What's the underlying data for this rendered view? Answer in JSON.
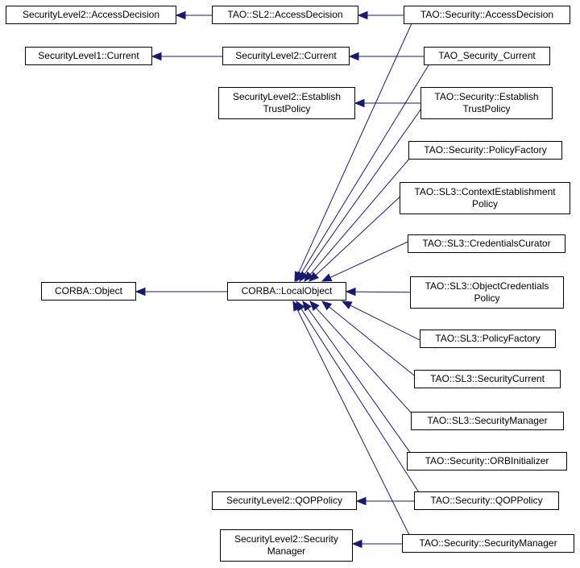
{
  "diagram": {
    "nodes": {
      "sl2_ad": "SecurityLevel2::AccessDecision",
      "tsl2_ad": "TAO::SL2::AccessDecision",
      "ts_ad": "TAO::Security::AccessDecision",
      "sl1_cur": "SecurityLevel1::Current",
      "sl2_cur": "SecurityLevel2::Current",
      "tsc": "TAO_Security_Current",
      "sl2_etp": "SecurityLevel2::Establish\nTrustPolicy",
      "ts_etp": "TAO::Security::Establish\nTrustPolicy",
      "ts_pf": "TAO::Security::PolicyFactory",
      "sl3_cep": "TAO::SL3::ContextEstablishment\nPolicy",
      "sl3_cc": "TAO::SL3::CredentialsCurator",
      "corba_obj": "CORBA::Object",
      "corba_lo": "CORBA::LocalObject",
      "sl3_ocp": "TAO::SL3::ObjectCredentials\nPolicy",
      "sl3_pf": "TAO::SL3::PolicyFactory",
      "sl3_sc": "TAO::SL3::SecurityCurrent",
      "sl3_sm": "TAO::SL3::SecurityManager",
      "ts_orbi": "TAO::Security::ORBInitializer",
      "sl2_qop": "SecurityLevel2::QOPPolicy",
      "ts_qop": "TAO::Security::QOPPolicy",
      "sl2_sm": "SecurityLevel2::Security\nManager",
      "ts_sm": "TAO::Security::SecurityManager"
    },
    "edges": [
      {
        "from": "tsl2_ad",
        "to": "sl2_ad"
      },
      {
        "from": "ts_ad",
        "to": "tsl2_ad"
      },
      {
        "from": "sl2_cur",
        "to": "sl1_cur"
      },
      {
        "from": "tsc",
        "to": "sl2_cur"
      },
      {
        "from": "ts_etp",
        "to": "sl2_etp"
      },
      {
        "from": "corba_lo",
        "to": "corba_obj"
      },
      {
        "from": "ts_ad",
        "to": "corba_lo"
      },
      {
        "from": "tsc",
        "to": "corba_lo"
      },
      {
        "from": "ts_etp",
        "to": "corba_lo"
      },
      {
        "from": "ts_pf",
        "to": "corba_lo"
      },
      {
        "from": "sl3_cep",
        "to": "corba_lo"
      },
      {
        "from": "sl3_cc",
        "to": "corba_lo"
      },
      {
        "from": "sl3_ocp",
        "to": "corba_lo"
      },
      {
        "from": "sl3_pf",
        "to": "corba_lo"
      },
      {
        "from": "sl3_sc",
        "to": "corba_lo"
      },
      {
        "from": "sl3_sm",
        "to": "corba_lo"
      },
      {
        "from": "ts_orbi",
        "to": "corba_lo"
      },
      {
        "from": "ts_qop",
        "to": "corba_lo"
      },
      {
        "from": "ts_sm",
        "to": "corba_lo"
      },
      {
        "from": "ts_qop",
        "to": "sl2_qop"
      },
      {
        "from": "ts_sm",
        "to": "sl2_sm"
      }
    ],
    "edge_color": "#191970",
    "node_border_color": "#000000"
  }
}
